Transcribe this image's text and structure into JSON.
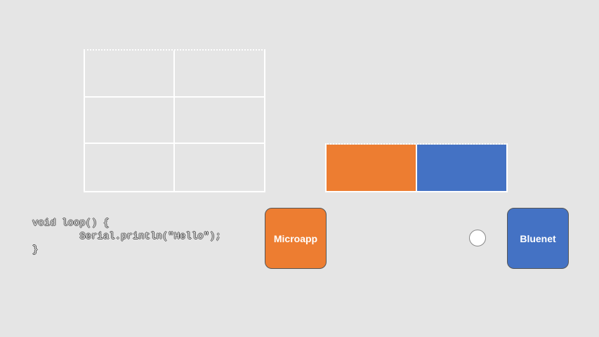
{
  "colors": {
    "background": "#e5e5e5",
    "orange": "#ed7d31",
    "blue": "#4472c4",
    "line": "#ffffff"
  },
  "code": {
    "lines": [
      "void loop() {",
      "        Serial.println(\"Hello\");",
      "}"
    ]
  },
  "boxes": {
    "microapp": {
      "label": "Microapp",
      "color": "#ed7d31"
    },
    "bluenet": {
      "label": "Bluenet",
      "color": "#4472c4"
    }
  },
  "bar": {
    "segments": [
      {
        "name": "microapp",
        "color": "#ed7d31"
      },
      {
        "name": "bluenet",
        "color": "#4472c4"
      }
    ]
  },
  "grid": {
    "rows": 3,
    "cols": 2
  }
}
